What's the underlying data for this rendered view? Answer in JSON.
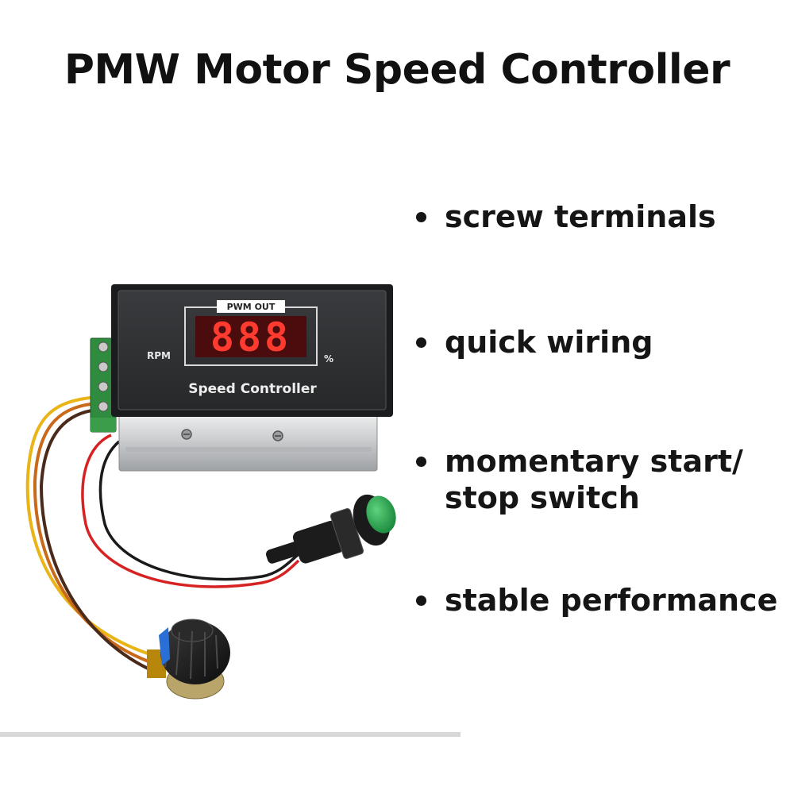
{
  "title": "PMW Motor Speed Controller",
  "features": [
    {
      "lines": [
        "screw terminals"
      ]
    },
    {
      "lines": [
        "quick wiring"
      ]
    },
    {
      "lines": [
        "momentary start/",
        "stop switch"
      ]
    },
    {
      "lines": [
        "stable performance"
      ]
    }
  ],
  "device": {
    "display_label": "PWM OUT",
    "digits": "888",
    "left_unit": "RPM",
    "right_unit": "%",
    "panel_label": "Speed Controller"
  },
  "colors": {
    "text": "#111111",
    "panel": "#2f3032",
    "display_red": "#e3201d",
    "button_green": "#22a24a"
  }
}
